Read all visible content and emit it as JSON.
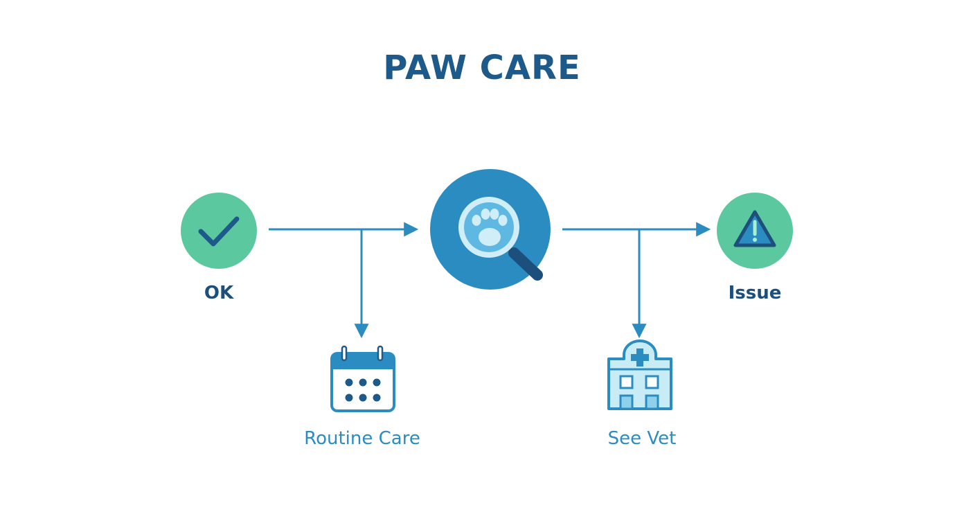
{
  "title": "PAW CARE",
  "nodes": {
    "ok": {
      "label": "OK",
      "icon": "checkmark-icon"
    },
    "inspect": {
      "icon": "magnifier-paw-icon"
    },
    "issue": {
      "label": "Issue",
      "icon": "warning-icon"
    },
    "routine": {
      "label": "Routine Care",
      "icon": "calendar-icon"
    },
    "vet": {
      "label": "See Vet",
      "icon": "hospital-icon"
    }
  },
  "colors": {
    "title": "#1d5a8a",
    "green": "#5bc8a0",
    "blue": "#2a8cc0",
    "dark_blue": "#1d4f7c",
    "light_blue": "#a8dcf0"
  }
}
